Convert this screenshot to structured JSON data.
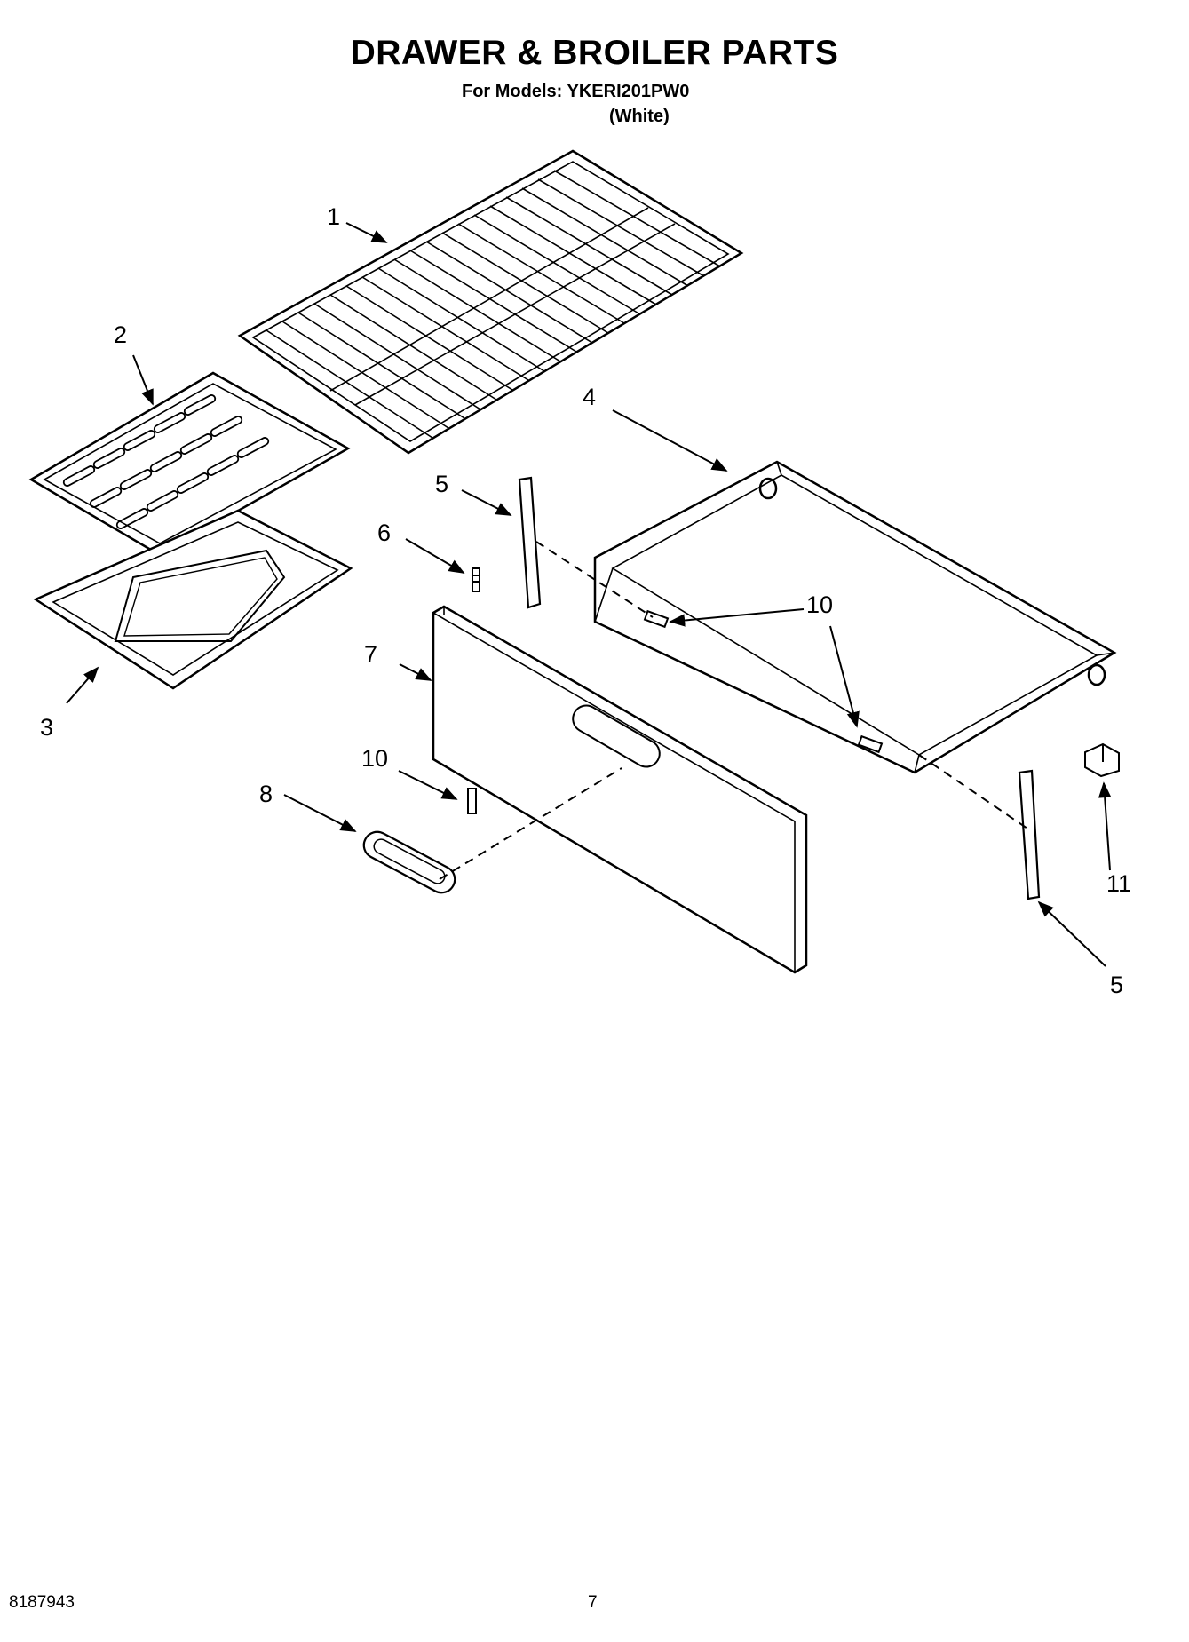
{
  "header": {
    "title": "DRAWER & BROILER PARTS",
    "models_line": "For Models: YKERI201PW0",
    "color_line": "(White)"
  },
  "callouts": {
    "c1": "1",
    "c2": "2",
    "c3": "3",
    "c4": "4",
    "c5a": "5",
    "c5b": "5",
    "c6": "6",
    "c7": "7",
    "c8": "8",
    "c10a": "10",
    "c10b": "10",
    "c11": "11"
  },
  "footer": {
    "doc_number": "8187943",
    "page_number": "7"
  }
}
